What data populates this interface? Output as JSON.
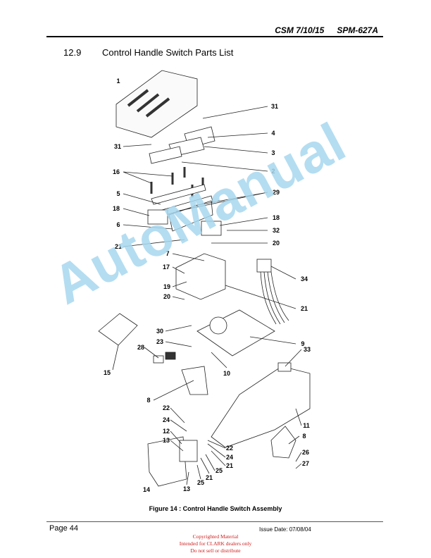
{
  "header": {
    "doc_code": "CSM 7/10/15",
    "manual_code": "SPM-627A"
  },
  "section": {
    "number": "12.9",
    "title": "Control Handle Switch Parts List"
  },
  "diagram": {
    "callouts": [
      "1",
      "31",
      "4",
      "31",
      "3",
      "2",
      "16",
      "5",
      "29",
      "18",
      "18",
      "6",
      "32",
      "20",
      "21",
      "7",
      "17",
      "34",
      "19",
      "20",
      "21",
      "30",
      "9",
      "23",
      "33",
      "28",
      "15",
      "10",
      "8",
      "22",
      "24",
      "11",
      "12",
      "8",
      "13",
      "22",
      "24",
      "26",
      "21",
      "27",
      "25",
      "21",
      "25",
      "14",
      "13"
    ],
    "watermark": "AutoManual"
  },
  "caption": "Figure 14 : Control Handle Switch Assembly",
  "footer": {
    "page": "Page 44",
    "issue_date": "Issue Date: 07/08/04",
    "copyright": [
      "Copyrighted Material",
      "Intended for CLARK dealers only",
      "Do not sell or distribute"
    ]
  }
}
